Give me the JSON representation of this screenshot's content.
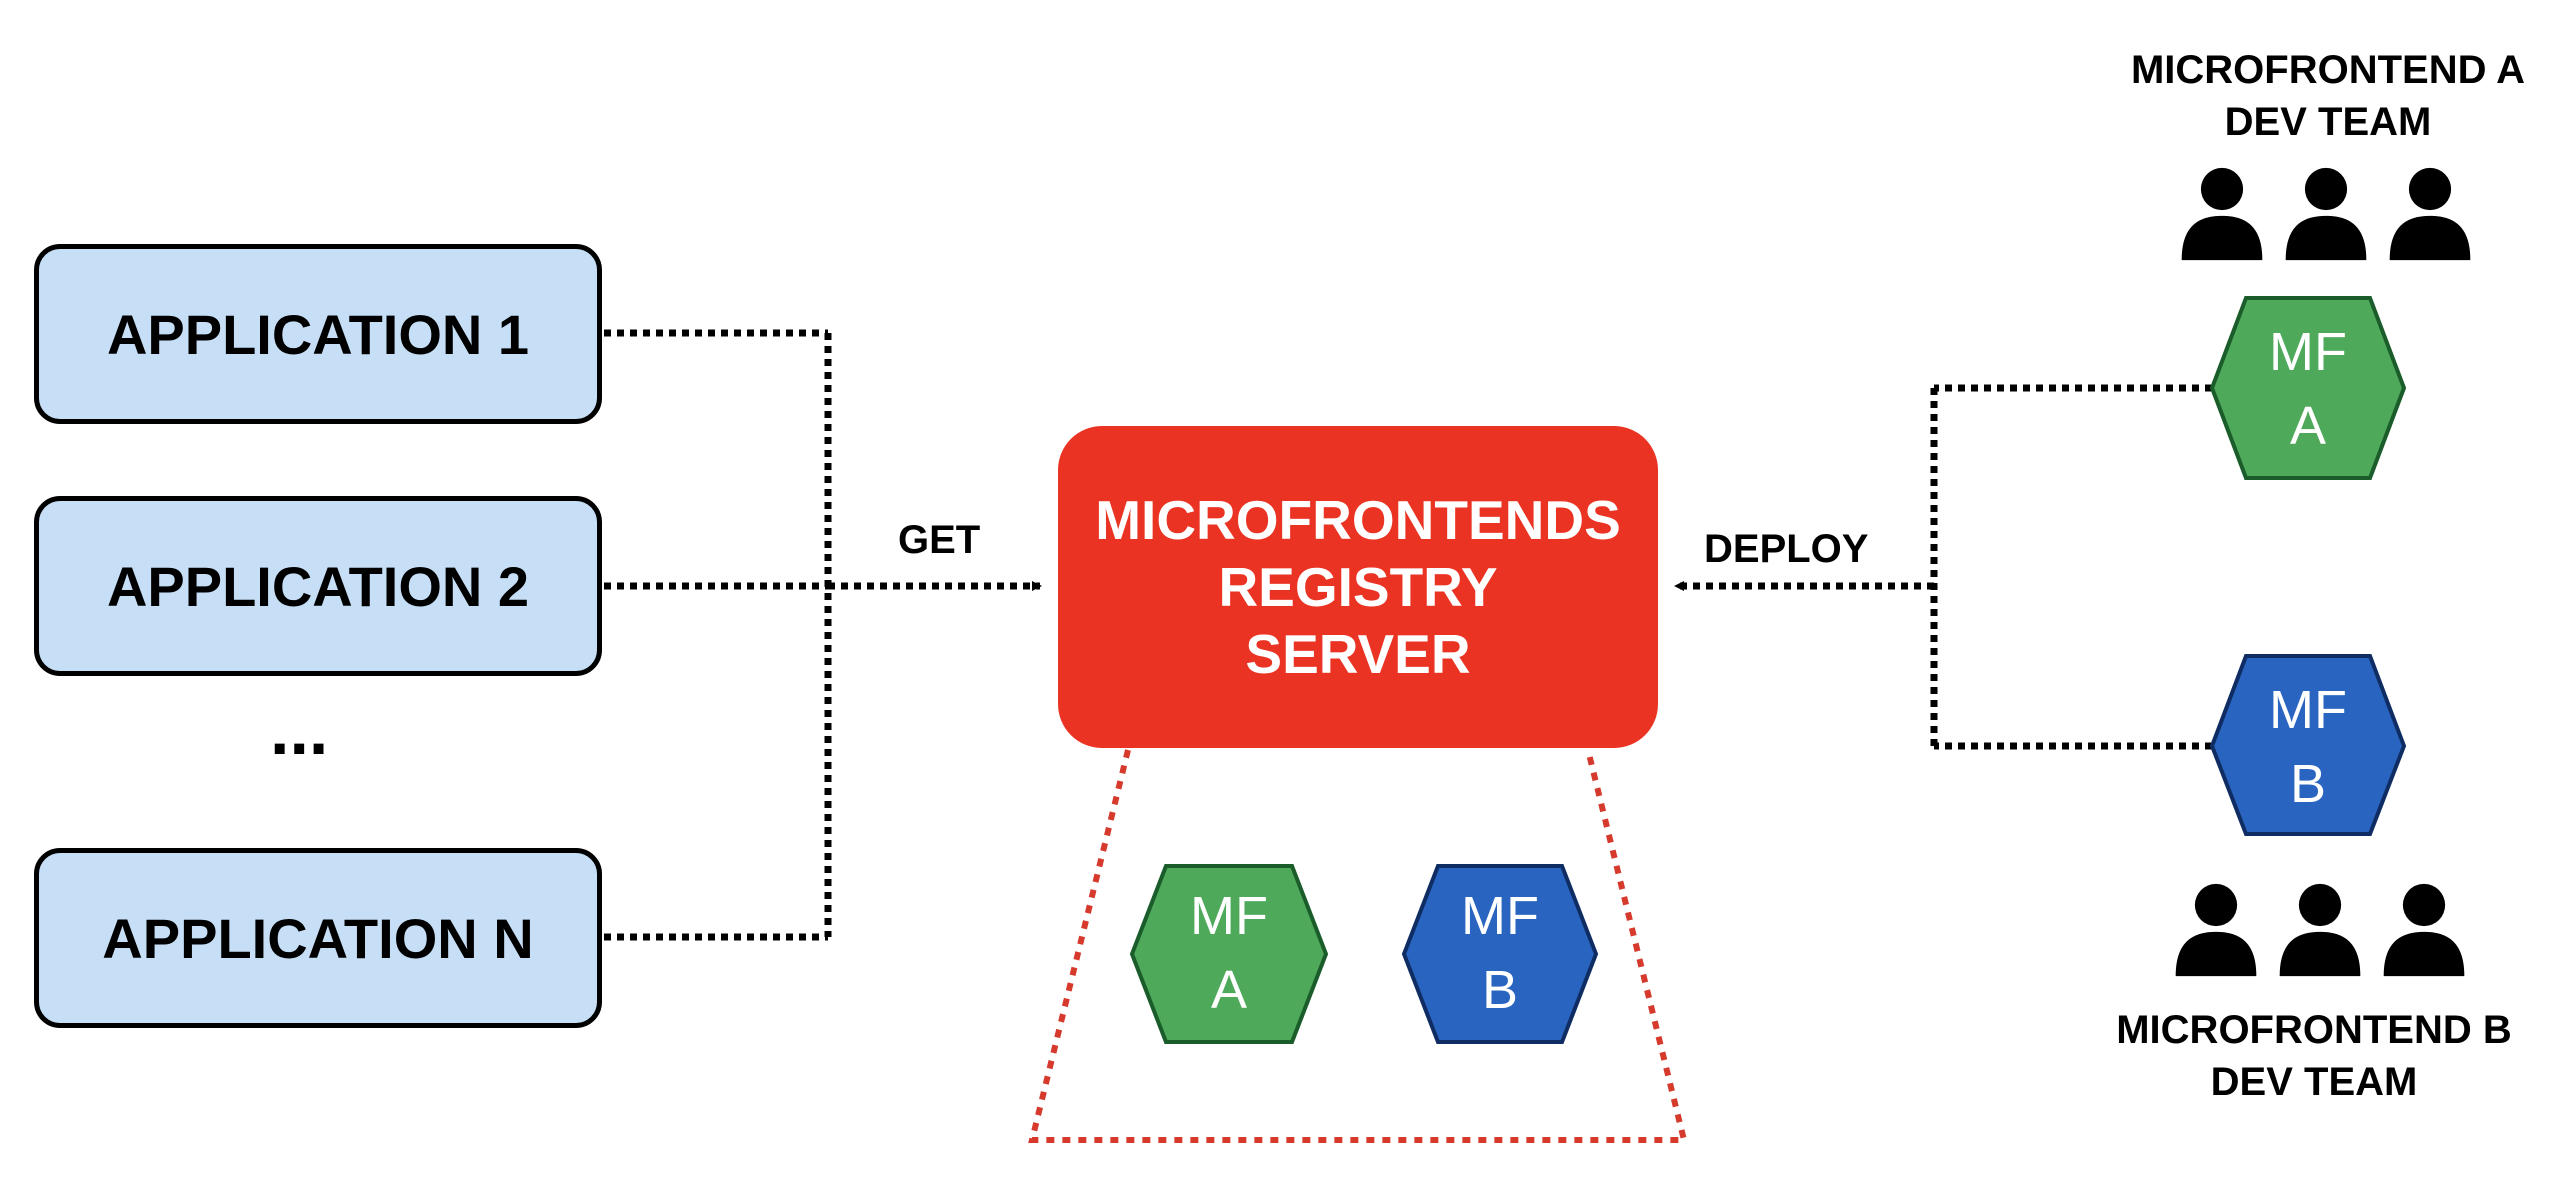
{
  "applications": [
    {
      "label": "APPLICATION 1"
    },
    {
      "label": "APPLICATION 2"
    },
    {
      "label": "APPLICATION N"
    }
  ],
  "ellipsis": "...",
  "registry": {
    "label": "MICROFRONTENDS\nREGISTRY\nSERVER"
  },
  "edges": {
    "get_label": "GET",
    "deploy_label": "DEPLOY"
  },
  "teams": {
    "a": {
      "label": "MICROFRONTEND A\nDEV TEAM"
    },
    "b": {
      "label": "MICROFRONTEND B\nDEV TEAM"
    }
  },
  "microfrontends": {
    "a": {
      "line1": "MF",
      "line2": "A"
    },
    "b": {
      "line1": "MF",
      "line2": "B"
    }
  },
  "colors": {
    "app_fill": "#c6dff7",
    "registry_fill": "#ea3323",
    "mf_a_fill": "#4ea95a",
    "mf_b_fill": "#2965c0",
    "dashed_red": "#d63a2c"
  },
  "icons": [
    "person-icon"
  ]
}
